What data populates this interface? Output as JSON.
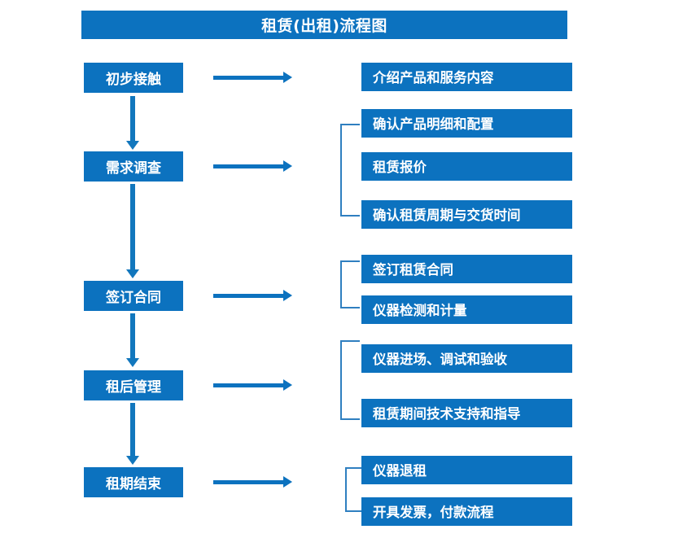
{
  "diagram": {
    "title": "租赁(出租)流程图",
    "accent_color": "#0c72bf",
    "connector_color": "#1277bd",
    "bracket_color": "#2f7fc0",
    "text_color": "#ffffff",
    "background_color": "#ffffff"
  },
  "stages": [
    {
      "id": "stage-1",
      "label": "初步接触",
      "details": [
        "介绍产品和服务内容"
      ]
    },
    {
      "id": "stage-2",
      "label": "需求调查",
      "details": [
        "确认产品明细和配置",
        "租赁报价",
        "确认租赁周期与交货时间"
      ]
    },
    {
      "id": "stage-3",
      "label": "签订合同",
      "details": [
        "签订租赁合同",
        "仪器检测和计量"
      ]
    },
    {
      "id": "stage-4",
      "label": "租后管理",
      "details": [
        "仪器进场、调试和验收",
        "租赁期间技术支持和指导"
      ]
    },
    {
      "id": "stage-5",
      "label": "租期结束",
      "details": [
        "仪器退租",
        "开具发票，付款流程"
      ]
    }
  ],
  "detail_boxes": [
    "介绍产品和服务内容",
    "确认产品明细和配置",
    "租赁报价",
    "确认租赁周期与交货时间",
    "签订租赁合同",
    "仪器检测和计量",
    "仪器进场、调试和验收",
    "租赁期间技术支持和指导",
    "仪器退租",
    "开具发票，付款流程"
  ],
  "stage_labels": [
    "初步接触",
    "需求调查",
    "签订合同",
    "租后管理",
    "租期结束"
  ]
}
